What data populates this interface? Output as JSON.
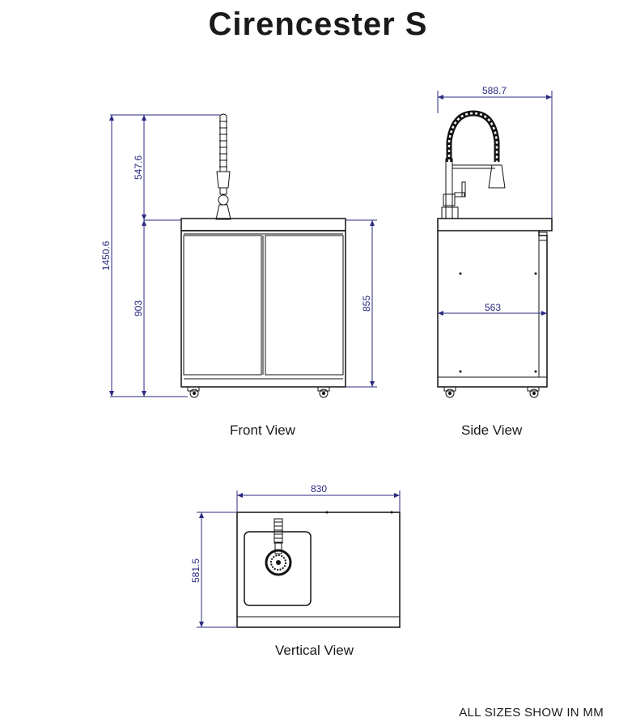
{
  "title": "Cirencester S",
  "views": {
    "front": {
      "label": "Front View",
      "dims": {
        "total_height": "1450.6",
        "faucet_height": "547.6",
        "cabinet_height": "903",
        "body_height": "855"
      }
    },
    "side": {
      "label": "Side View",
      "dims": {
        "overall_depth": "588.7",
        "body_depth": "563"
      }
    },
    "vertical": {
      "label": "Vertical View",
      "dims": {
        "width": "830",
        "depth": "581.5"
      }
    }
  },
  "footnote": "ALL SIZES SHOW IN MM",
  "colors": {
    "dimension": "#2a2a80",
    "outline": "#111111"
  }
}
